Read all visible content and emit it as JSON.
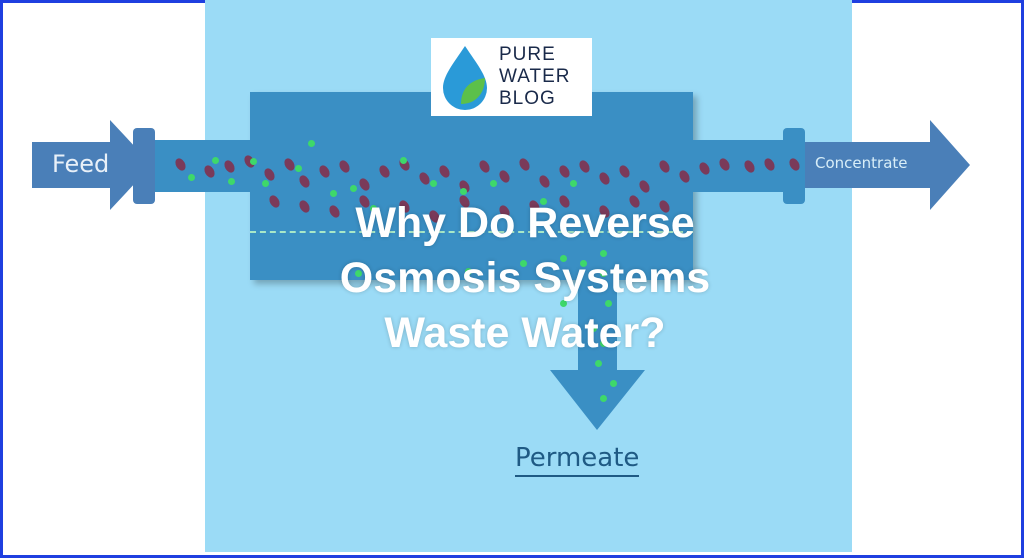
{
  "logo": {
    "line1": "PURE",
    "line2": "WATER",
    "line3": "BLOG"
  },
  "title": {
    "line1": "Why Do Reverse",
    "line2": "Osmosis Systems",
    "line3": "Waste Water?"
  },
  "diagram": {
    "feed_label": "Feed",
    "concentrate_label": "Concentrate",
    "permeate_label": "Permeate"
  },
  "colors": {
    "border": "#1f3fe0",
    "panel": "#9bdbf6",
    "vessel": "#3a8fc4",
    "arrow": "#4a7fb8",
    "contaminant": "#7a3a5a",
    "water": "#3ed86a"
  }
}
